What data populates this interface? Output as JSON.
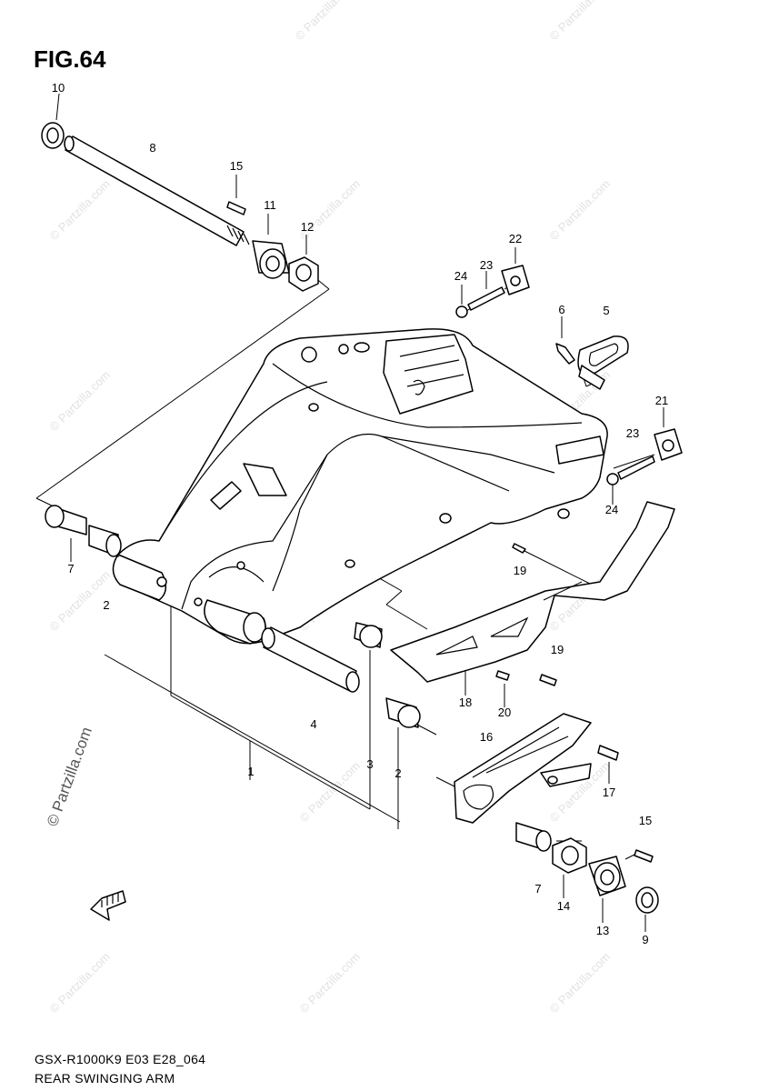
{
  "figure": {
    "label": "FIG.64",
    "model_code": "GSX-R1000K9 E03 E28_064",
    "title": "REAR SWINGING ARM"
  },
  "watermark": {
    "text": "© Partzilla.com"
  },
  "callouts": [
    {
      "id": "c10a",
      "label": "10"
    },
    {
      "id": "c8",
      "label": "8"
    },
    {
      "id": "c15a",
      "label": "15"
    },
    {
      "id": "c11",
      "label": "11"
    },
    {
      "id": "c12",
      "label": "12"
    },
    {
      "id": "c22",
      "label": "22"
    },
    {
      "id": "c24a",
      "label": "24"
    },
    {
      "id": "c23a",
      "label": "23"
    },
    {
      "id": "c6",
      "label": "6"
    },
    {
      "id": "c5",
      "label": "5"
    },
    {
      "id": "c21",
      "label": "21"
    },
    {
      "id": "c23b",
      "label": "23"
    },
    {
      "id": "c24b",
      "label": "24"
    },
    {
      "id": "c7a",
      "label": "7"
    },
    {
      "id": "c2a",
      "label": "2"
    },
    {
      "id": "c19a",
      "label": "19"
    },
    {
      "id": "c19b",
      "label": "19"
    },
    {
      "id": "c18",
      "label": "18"
    },
    {
      "id": "c20",
      "label": "20"
    },
    {
      "id": "c4",
      "label": "4"
    },
    {
      "id": "c16",
      "label": "16"
    },
    {
      "id": "c1",
      "label": "1"
    },
    {
      "id": "c3",
      "label": "3"
    },
    {
      "id": "c2b",
      "label": "2"
    },
    {
      "id": "c17",
      "label": "17"
    },
    {
      "id": "c15b",
      "label": "15"
    },
    {
      "id": "c7b",
      "label": "7"
    },
    {
      "id": "c14",
      "label": "14"
    },
    {
      "id": "c13",
      "label": "13"
    },
    {
      "id": "c9",
      "label": "9"
    }
  ]
}
